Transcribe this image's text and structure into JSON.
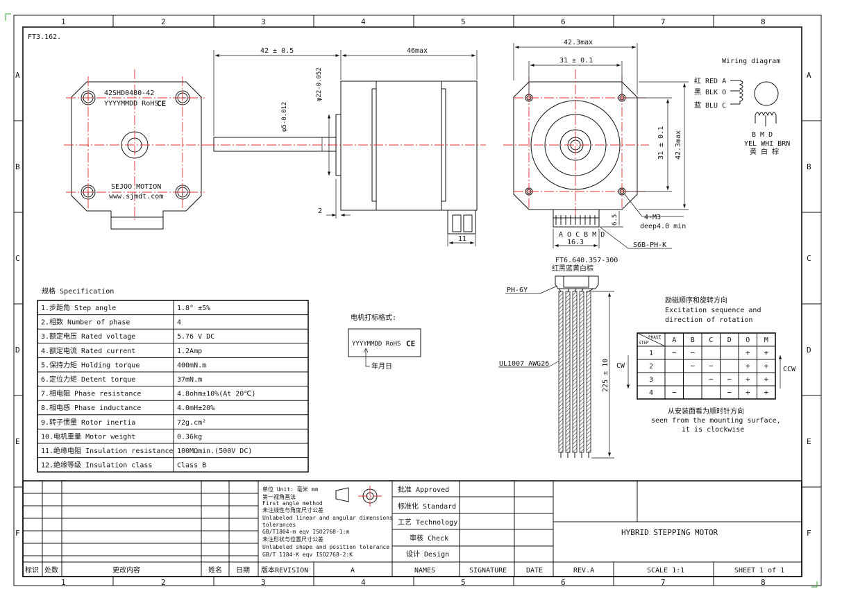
{
  "sheet": {
    "drawing_number": "FT3.162.",
    "zones_columns": [
      "1",
      "2",
      "3",
      "4",
      "5",
      "6",
      "7",
      "8"
    ],
    "zones_rows": [
      "A",
      "B",
      "C",
      "D",
      "E",
      "F"
    ]
  },
  "front_view": {
    "label_model": "42SHD0480-42",
    "label_date": "YYYYMMDD RoHS",
    "ce_mark": "CE",
    "label_brand": "SEJOO MOTION",
    "label_website": "www.sjmdt.com"
  },
  "side_view": {
    "dim_42": "42 ± 0.5",
    "dim_46max": "46max",
    "dim_phi22": "φ22-0.052",
    "dim_phi5": "φ5-0.012",
    "dim_2": "2",
    "dim_11": "11"
  },
  "rear_view": {
    "dim_42max_top": "42.3max",
    "dim_31_top": "31 ± 0.1",
    "dim_31_side": "31 ± 0.1",
    "dim_42max_side": "42.3max",
    "dim_6_5": "6.5",
    "pin_letters": "A O C B M D",
    "dim_16_3": "16.3",
    "hole_callout_1": "4-M3",
    "hole_callout_2": "deep4.0 min",
    "connector_callout": "S6B-PH-K"
  },
  "wiring": {
    "title": "Wiring diagram",
    "rows": [
      "红 RED A",
      "黑 BLK O",
      "蓝 BLU C"
    ],
    "bmd_header": "B   M   D",
    "bmd_colors": "YEL WHI BRN",
    "bmd_colors_cn": "黄  白  棕"
  },
  "cable": {
    "part_number": "FT6.640.357-300",
    "colors_cn": "红黑蓝黄白棕",
    "ph6y": "PH-6Y",
    "wire_spec": "UL1007 AWG26",
    "length": "225 ± 10"
  },
  "excitation": {
    "title_cn": "励磁顺序和旋转方向",
    "title_en1": "Excitation sequence and",
    "title_en2": "direction of rotation",
    "header_phase": "PHASE",
    "header_step": "STEP",
    "columns": [
      "A",
      "B",
      "C",
      "D",
      "O",
      "M"
    ],
    "rows": [
      {
        "step": "1",
        "cells": [
          "−",
          "−",
          "",
          "",
          "+",
          "+"
        ]
      },
      {
        "step": "2",
        "cells": [
          "",
          "−",
          "−",
          "",
          "+",
          "+"
        ]
      },
      {
        "step": "3",
        "cells": [
          "",
          "",
          "−",
          "−",
          "+",
          "+"
        ]
      },
      {
        "step": "4",
        "cells": [
          "−",
          "",
          "",
          "−",
          "+",
          "+"
        ]
      }
    ],
    "cw": "CW",
    "ccw": "CCW",
    "note_cn": "从安装面看为顺时针方向",
    "note_en1": "seen from the mounting surface,",
    "note_en2": "it is clockwise"
  },
  "marking": {
    "title": "电机打标格式:",
    "content": "YYYYMMDD RoHS",
    "ce": "CE",
    "date_note": "年月日"
  },
  "specification": {
    "title": "规格 Specification",
    "rows": [
      {
        "name": "1.步距角 Step angle",
        "value": "1.8° ±5%"
      },
      {
        "name": "2.相数 Number of phase",
        "value": "4"
      },
      {
        "name": "3.额定电压 Rated voltage",
        "value": "5.76 V DC"
      },
      {
        "name": "4.额定电流 Rated current",
        "value": "1.2Amp"
      },
      {
        "name": "5.保持力矩 Holding torque",
        "value": "400mN.m"
      },
      {
        "name": "6.定位力矩 Detent torque",
        "value": "37mN.m"
      },
      {
        "name": "7.相电阻 Phase resistance",
        "value": "4.8ohm±10%(At 20℃)"
      },
      {
        "name": "8.相电感 Phase inductance",
        "value": "4.0mH±20%"
      },
      {
        "name": "9.转子惯量 Rotor inertia",
        "value": "72g.cm²"
      },
      {
        "name": "10.电机重量 Motor weight",
        "value": "0.36kg"
      },
      {
        "name": "11.绝缘电阻 Insulation resistance",
        "value": "100MΩmin.(500V DC)"
      },
      {
        "name": "12.绝缘等级 Insulation class",
        "value": "Class B"
      }
    ]
  },
  "title_block": {
    "notes": [
      "单位 Unit: 毫米 mm",
      "第一视角画法",
      "First angle method",
      "未注线性与角度尺寸公差",
      "Unlabeled linear and angular dimensions",
      "tolerances",
      "GB/T1804-m  eqv ISO2768-1:m",
      "未注形状与位置尺寸公差",
      "Unlabeled shape and position tolerance",
      "GB/T 1184-K  eqv ISO2768-2:K"
    ],
    "approvals": [
      "批准 Approved",
      "标准化 Standard",
      "工艺 Technology",
      "审核 Check",
      "设计 Design"
    ],
    "title": "HYBRID STEPPING MOTOR",
    "bottom": [
      "标识",
      "处数",
      "更改内容",
      "姓名",
      "日期",
      "版本REVISION",
      "A",
      "NAMES",
      "SIGNATURE",
      "DATE",
      "REV.A",
      "SCALE 1:1",
      "SHEET 1 of 1"
    ]
  }
}
